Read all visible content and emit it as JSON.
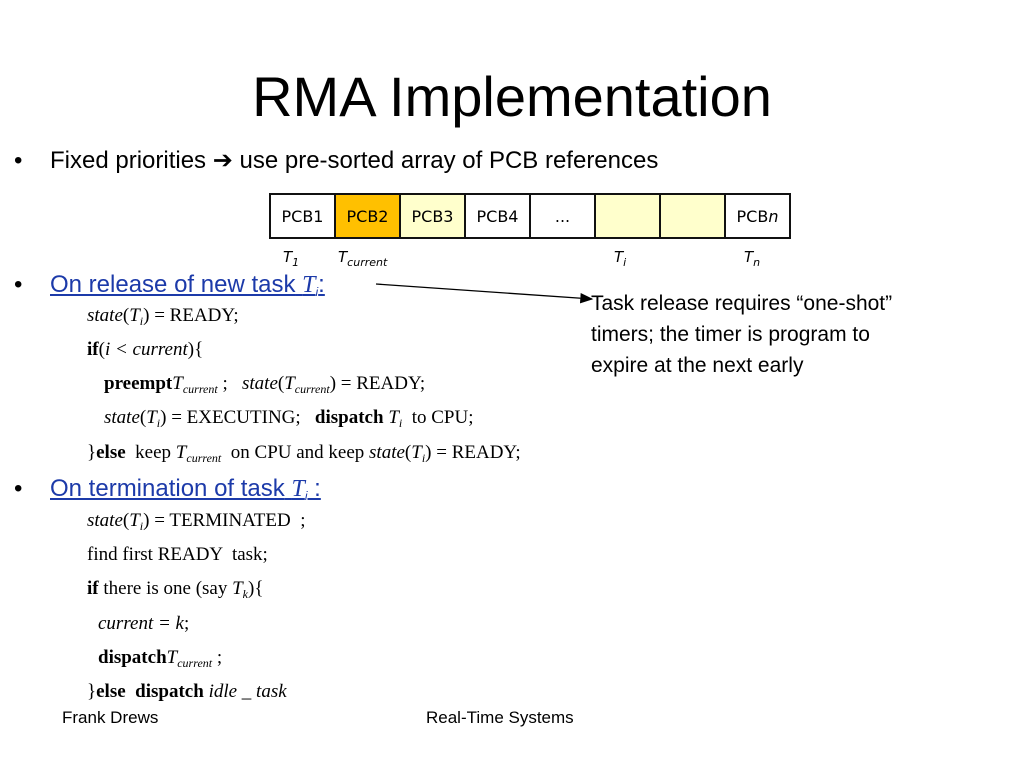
{
  "slide": {
    "title": "RMA Implementation",
    "bullet_char": "•",
    "bullets": [
      {
        "text_before": "Fixed priorities",
        "arrow": "➔",
        "text_after": "use pre-sorted array of PCB references"
      },
      {
        "text": "On release of new task",
        "var": "T",
        "sub": "i",
        "suffix": ":"
      },
      {
        "text": "On termination of task",
        "var": "T",
        "sub": "i",
        "suffix": " :"
      }
    ],
    "pcb_cells": [
      {
        "label": "PCB1",
        "fill": "#ffffff"
      },
      {
        "label": "PCB2",
        "fill": "#ffc000"
      },
      {
        "label": "PCB3",
        "fill": "#ffffcc"
      },
      {
        "label": "PCB4",
        "fill": "#ffffff"
      },
      {
        "label": "...",
        "fill": "#ffffff"
      },
      {
        "label": "",
        "fill": "#ffffcc"
      },
      {
        "label": "",
        "fill": "#ffffcc"
      },
      {
        "label_main": "PCB",
        "label_italic": "n",
        "fill": "#ffffff"
      }
    ],
    "task_labels": {
      "t1": {
        "main": "T",
        "sub": "1"
      },
      "tcurrent": {
        "main": "T",
        "sub": "current"
      },
      "ti": {
        "main": "T",
        "sub": "i"
      },
      "tn": {
        "main": "T",
        "sub": "n"
      }
    },
    "note": "Task release requires “one-shot” timers; the timer is program to expire at the next early",
    "release_code": {
      "l1": {
        "fn": "state",
        "var": "T",
        "sub": "i",
        "rest": ") = READY;"
      },
      "l2": {
        "kw": "if",
        "cond": "i < current",
        "tail": "){"
      },
      "l3": {
        "kw1": "preempt",
        "var": "T",
        "sub": "current",
        "mid": " ;   ",
        "fn": "state",
        "rest": ") = READY;"
      },
      "l4": {
        "fn": "state",
        "var": "T",
        "sub": "i",
        "rest": ") = EXECUTING;   ",
        "kw": "dispatch",
        "var2": "T",
        "sub2": "i",
        "tail": "  to CPU;"
      },
      "l5": {
        "open": "}",
        "kw": "else",
        "keep": "  keep ",
        "var": "T",
        "sub": "current",
        "mid": "  on CPU and keep ",
        "fn": "state",
        "var2": "T",
        "sub2": "i",
        "rest": ") = READY;"
      }
    },
    "term_code": {
      "l1": {
        "fn": "state",
        "var": "T",
        "sub": "i",
        "rest": ") = TERMINATED  ;"
      },
      "l2": {
        "text": "find first READY  task;"
      },
      "l3": {
        "kw": "if",
        "text": " there is one (say ",
        "var": "T",
        "sub": "k",
        "tail": "){"
      },
      "l4": {
        "text": "current = k",
        "tail": ";"
      },
      "l5": {
        "kw": "dispatch",
        "var": "T",
        "sub": "current",
        "tail": " ;"
      },
      "l6": {
        "open": "}",
        "kw": "else  dispatch",
        "text": " idle _ task"
      }
    },
    "footer": {
      "left": "Frank Drews",
      "center": "Real-Time Systems"
    },
    "colors": {
      "link": "#1c3aa9",
      "pcb_active": "#ffc000",
      "pcb_ready": "#ffffcc"
    }
  }
}
